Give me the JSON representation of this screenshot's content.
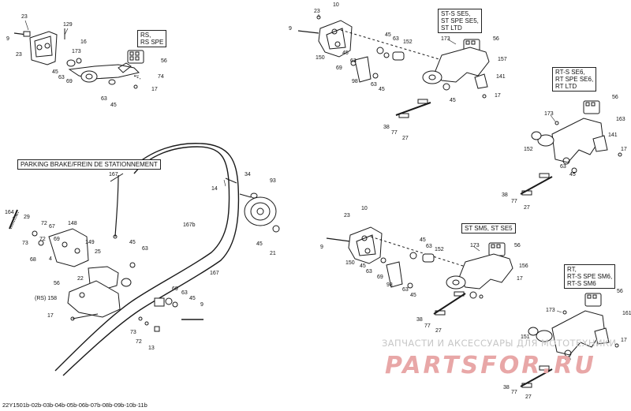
{
  "boxes": {
    "rs": "RS,\nRS SPE",
    "st_s_se5": "ST-S SE5,\nST SPE SE5,\nST LTD",
    "rt_s_se6": "RT-S SE6,\nRT SPE SE6,\nRT LTD",
    "parking_brake": "PARKING BRAKE/FREIN DE STATIONNEMENT",
    "st_sm5": "ST SM5, ST SE5",
    "rt_sm6": "RT,\nRT-S SPE SM6,\nRT-S SM6",
    "rs_158": "(RS) 158"
  },
  "callouts": {
    "c1": "23",
    "c2": "129",
    "c3": "9",
    "c4": "16",
    "c5": "23",
    "c6": "173",
    "c7": "56",
    "c8": "45",
    "c9": "63",
    "c10": "69",
    "c11": "74",
    "c12": "17",
    "c13": "63",
    "c14": "45",
    "c15": "10",
    "c16": "23",
    "c17": "9",
    "c18": "45",
    "c19": "63",
    "c20": "152",
    "c21": "173",
    "c22": "56",
    "c23": "150",
    "c24": "45",
    "c25": "63",
    "c26": "69",
    "c27": "98",
    "c28": "157",
    "c29": "141",
    "c30": "63",
    "c31": "45",
    "c32": "45",
    "c33": "17",
    "c34": "38",
    "c35": "77",
    "c36": "27",
    "c37": "173",
    "c38": "56",
    "c39": "163",
    "c40": "141",
    "c41": "152",
    "c42": "17",
    "c43": "63",
    "c44": "45",
    "c45": "38",
    "c46": "77",
    "c47": "27",
    "c48": "167",
    "c49": "14",
    "c50": "34",
    "c51": "93",
    "c52": "164",
    "c53": "29",
    "c54": "73",
    "c55": "72",
    "c56": "67",
    "c57": "148",
    "c58": "72",
    "c59": "69",
    "c60": "149",
    "c61": "25",
    "c62": "4",
    "c63": "68",
    "c64": "167b",
    "c65": "45",
    "c66": "63",
    "c67": "45",
    "c68": "21",
    "c69": "56",
    "c70": "22",
    "c71": "167",
    "c72": "17",
    "c73": "69",
    "c74": "63",
    "c75": "45",
    "c76": "9",
    "c77": "73",
    "c78": "72",
    "c79": "13",
    "c80": "23",
    "c81": "10",
    "c82": "9",
    "c83": "45",
    "c84": "63",
    "c85": "152",
    "c86": "173",
    "c87": "56",
    "c88": "150",
    "c89": "45",
    "c90": "63",
    "c91": "69",
    "c92": "156",
    "c93": "98",
    "c94": "63",
    "c95": "45",
    "c96": "17",
    "c97": "38",
    "c98": "77",
    "c99": "27",
    "c100": "173",
    "c101": "56",
    "c102": "161",
    "c103": "151",
    "c104": "45",
    "c105": "17",
    "c106": "38",
    "c107": "77",
    "c108": "27"
  },
  "footer_code": "22Y1501b-02b-03b-04b-05b-06b-07b-08b-09b-10b-11b",
  "watermark": {
    "tagline": "ЗАПЧАСТИ И АКСЕССУАРЫ ДЛЯ МОТОТЕХНИКИ",
    "logo": "PARTSFOR.RU",
    "logo_color": "#e8a7a7"
  },
  "colors": {
    "line": "#1a1a1a",
    "background": "#ffffff"
  }
}
